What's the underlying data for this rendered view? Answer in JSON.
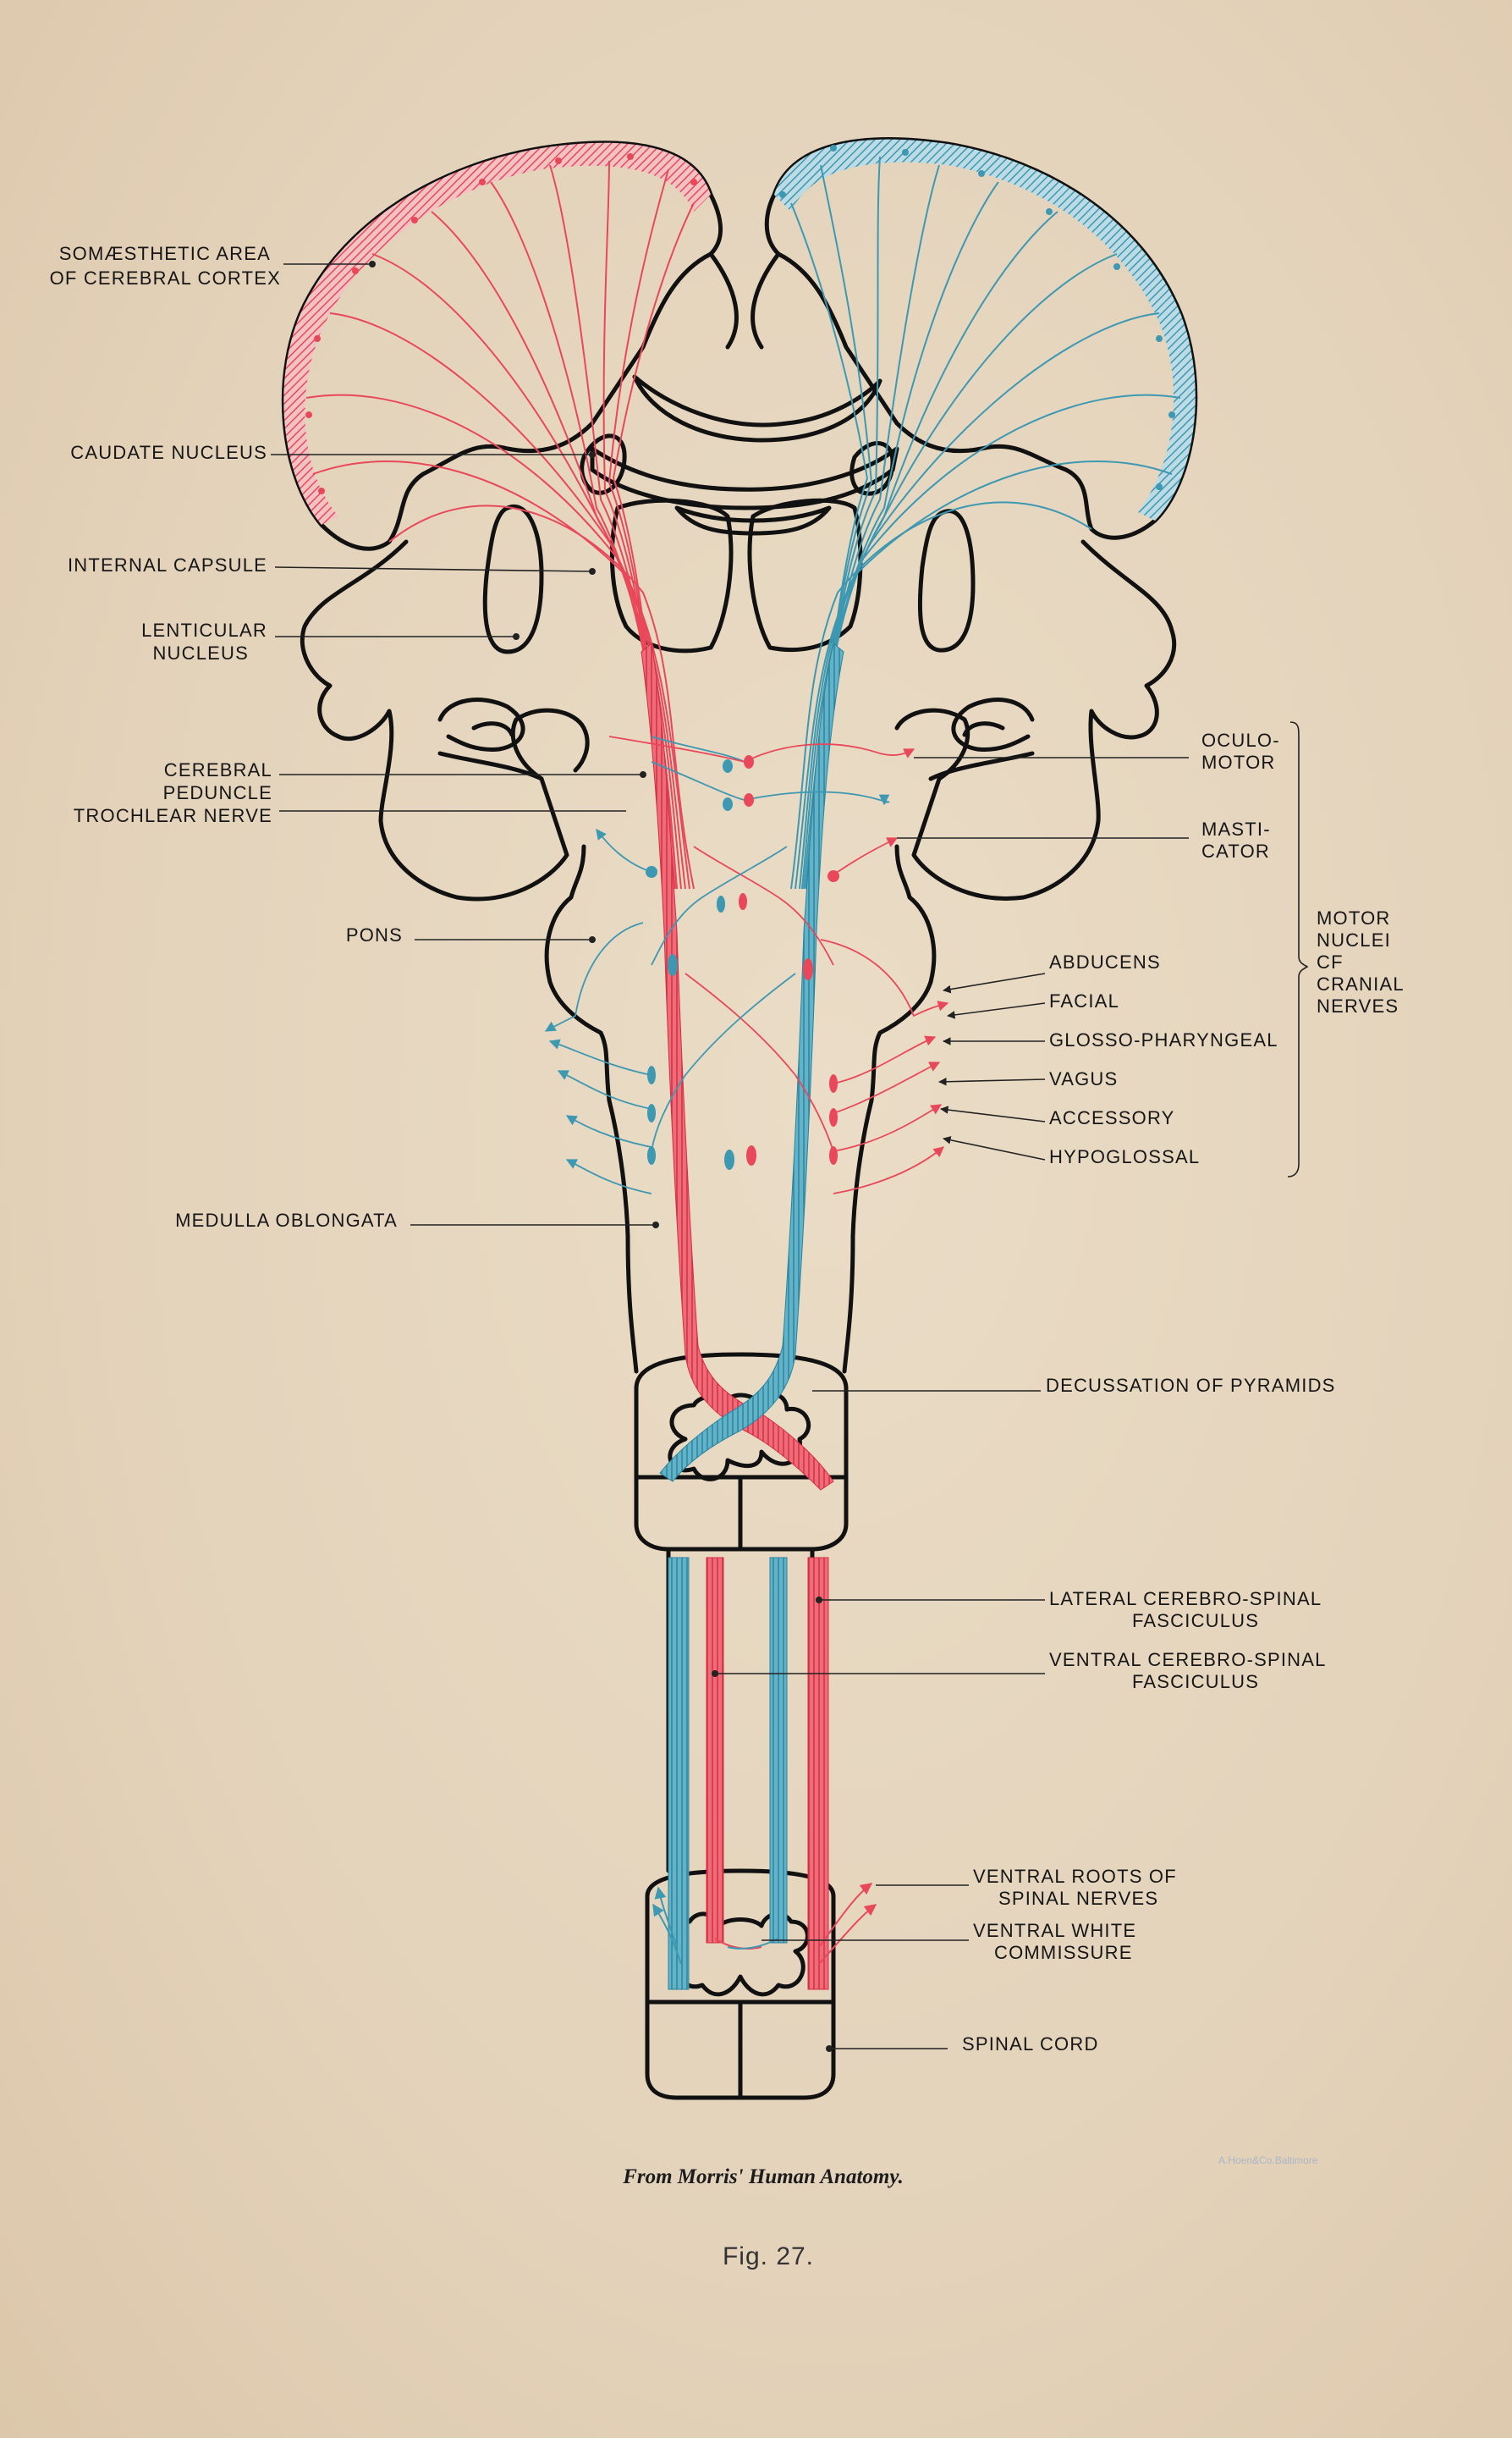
{
  "colors": {
    "motor_red": "#e8485a",
    "motor_blue": "#3d98b2",
    "outline": "#111111",
    "nucleus_gray": "#6a6a6a",
    "paper": "#e6d6bf"
  },
  "labels_left": {
    "somaesthetic_1": "SOMÆSTHETIC AREA",
    "somaesthetic_2": "OF CEREBRAL CORTEX",
    "caudate": "CAUDATE NUCLEUS",
    "internal_capsule": "INTERNAL CAPSULE",
    "lenticular_1": "LENTICULAR",
    "lenticular_2": "NUCLEUS",
    "cerebral_peduncle_1": "CEREBRAL",
    "cerebral_peduncle_2": "PEDUNCLE",
    "trochlear": "TROCHLEAR NERVE",
    "pons": "PONS",
    "medulla": "MEDULLA OBLONGATA"
  },
  "labels_right": {
    "oculomotor_1": "OCULO-",
    "oculomotor_2": "MOTOR",
    "masticator_1": "MASTI-",
    "masticator_2": "CATOR",
    "abducens": "ABDUCENS",
    "facial": "FACIAL",
    "glosso": "GLOSSO-PHARYNGEAL",
    "vagus": "VAGUS",
    "accessory": "ACCESSORY",
    "hypoglossal": "HYPOGLOSSAL",
    "motor_nuclei_1": "MOTOR",
    "motor_nuclei_2": "NUCLEI",
    "motor_nuclei_3": "CF",
    "motor_nuclei_4": "CRANIAL",
    "motor_nuclei_5": "NERVES",
    "decussation": "DECUSSATION OF PYRAMIDS",
    "lateral_1": "LATERAL CEREBRO-SPINAL",
    "lateral_2": "FASCICULUS",
    "ventral_1": "VENTRAL CEREBRO-SPINAL",
    "ventral_2": "FASCICULUS",
    "roots_1": "VENTRAL ROOTS OF",
    "roots_2": "SPINAL NERVES",
    "commissure_1": "VENTRAL WHITE",
    "commissure_2": "COMMISSURE",
    "spinal_cord": "SPINAL CORD"
  },
  "caption": "From Morris' Human Anatomy.",
  "figure_number": "Fig. 27.",
  "printer_stamp": "A.Hoen&Co.Baltimore"
}
